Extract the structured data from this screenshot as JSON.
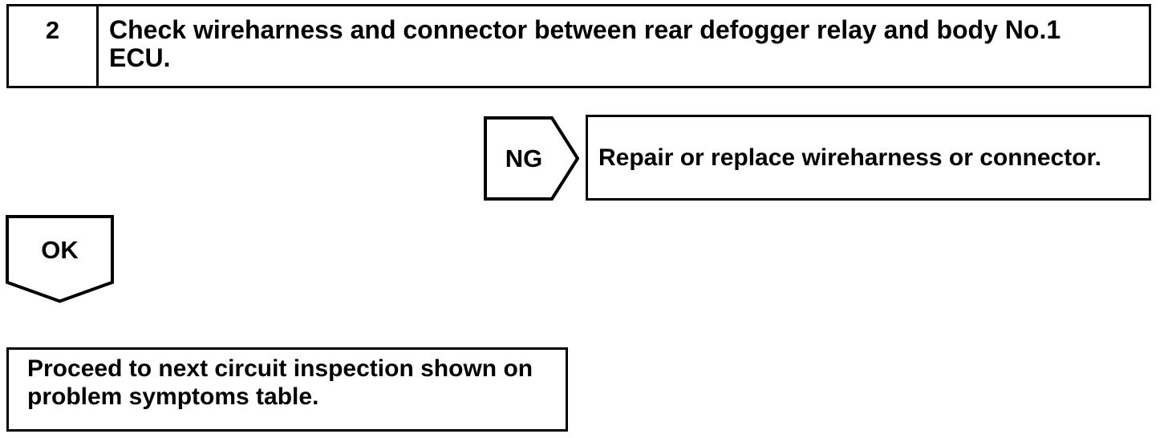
{
  "page": {
    "background": "#ffffff",
    "line_color": "#000000",
    "text_color": "#000000"
  },
  "flowchart": {
    "step": {
      "number": "2",
      "instruction": "Check wireharness and connector between rear defogger relay and body No.1 ECU."
    },
    "ng_branch": {
      "label": "NG",
      "action": "Repair or replace wireharness or connector."
    },
    "ok_branch": {
      "label": "OK",
      "result": "Proceed to next circuit inspection shown on problem symptoms table."
    }
  }
}
